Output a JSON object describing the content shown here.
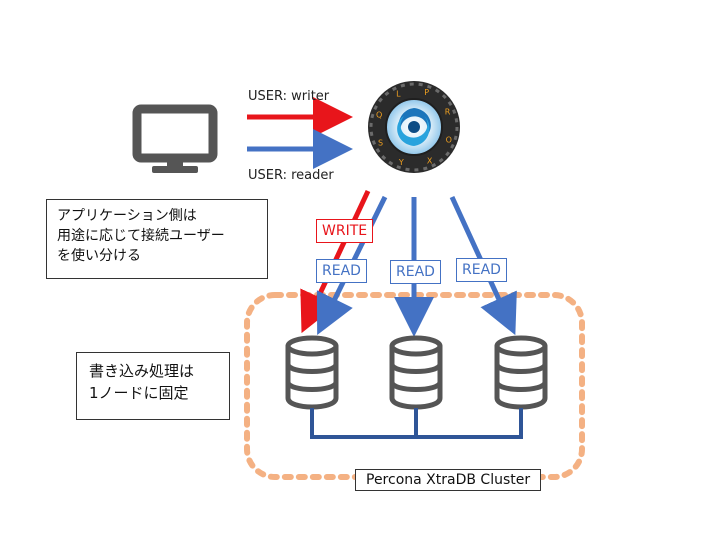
{
  "user_writer": "USER: writer",
  "user_reader": "USER: reader",
  "write_tag": "WRITE",
  "read_tags": [
    "READ",
    "READ",
    "READ"
  ],
  "app_note": {
    "lines": [
      "アプリケーション側は",
      "用途に応じて接続ユーザー",
      "を使い分ける"
    ]
  },
  "write_note": {
    "lines": [
      "書き込み処理は",
      "1ノードに固定"
    ]
  },
  "cluster_label": "Percona XtraDB Cluster",
  "proxysql_ring_letters": [
    "P",
    "R",
    "O",
    "X",
    "Y",
    "S",
    "Q",
    "L"
  ],
  "colors": {
    "write": "#e8151b",
    "read": "#4472c4",
    "cluster_border": "#f4b183",
    "icon": "#555555",
    "bus": "#2f5597"
  },
  "icons": [
    "monitor-icon",
    "proxysql-logo",
    "database-icon"
  ]
}
